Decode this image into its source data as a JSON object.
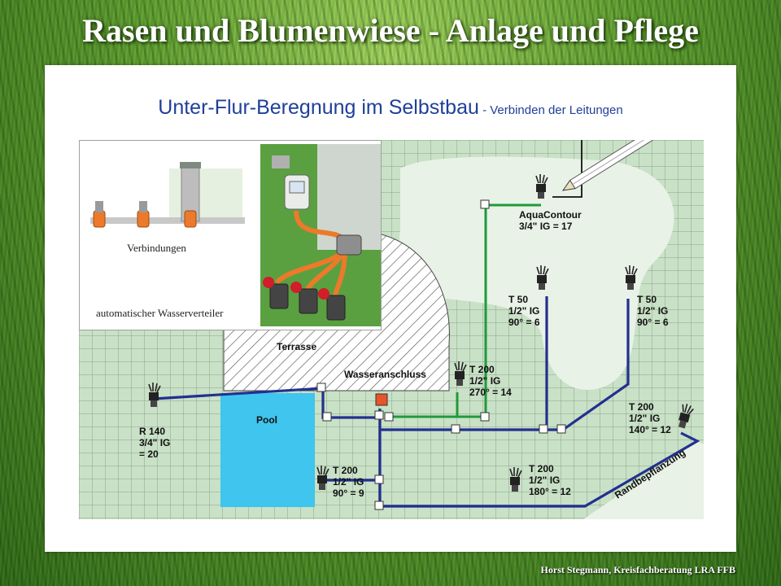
{
  "slide": {
    "title": "Rasen und Blumenwiese - Anlage und Pflege",
    "footer": "Horst Stegmann, Kreisfachberatung LRA FFB"
  },
  "diagram": {
    "title_main": "Unter-Flur-Beregnung  im Selbstbau",
    "title_sub": " - Verbinden der Leitungen",
    "areas": {
      "terrace": "Terrasse",
      "water_connection": "Wasseranschluss",
      "pool": "Pool",
      "border_planting": "Randbepflanzung"
    },
    "sprinklers": [
      {
        "id": "aquacontour",
        "line1": "AquaContour",
        "line2": "3/4\" IG = 17"
      },
      {
        "id": "t50-left",
        "line1": "T 50",
        "line2": "1/2\" IG",
        "line3": "90° = 6"
      },
      {
        "id": "t50-right",
        "line1": "T 50",
        "line2": "1/2\" IG",
        "line3": "90° = 6"
      },
      {
        "id": "t200-270",
        "line1": "T 200",
        "line2": "1/2\" IG",
        "line3": "270° = 14"
      },
      {
        "id": "t200-140",
        "line1": "T 200",
        "line2": "1/2\" IG",
        "line3": "140° = 12"
      },
      {
        "id": "r140",
        "line1": "R 140",
        "line2": "3/4\" IG",
        "line3": "= 20"
      },
      {
        "id": "t200-90",
        "line1": "T 200",
        "line2": "1/2\" IG",
        "line3": "90° = 9"
      },
      {
        "id": "t200-180",
        "line1": "T 200",
        "line2": "1/2\" IG",
        "line3": "180° = 12"
      }
    ],
    "inset": {
      "label_connections": "Verbindungen",
      "label_distributor": "automatischer Wasserverteiler"
    },
    "colors": {
      "grid_bg": "#c9e1c6",
      "grid_line": "#8aa38a",
      "blob": "#e8f2e6",
      "pool": "#3fc5ee",
      "pipe_blue": "#23308f",
      "pipe_green": "#1e9a3c",
      "title_blue": "#1f3f9a",
      "water_connector": "#e8542a"
    }
  }
}
